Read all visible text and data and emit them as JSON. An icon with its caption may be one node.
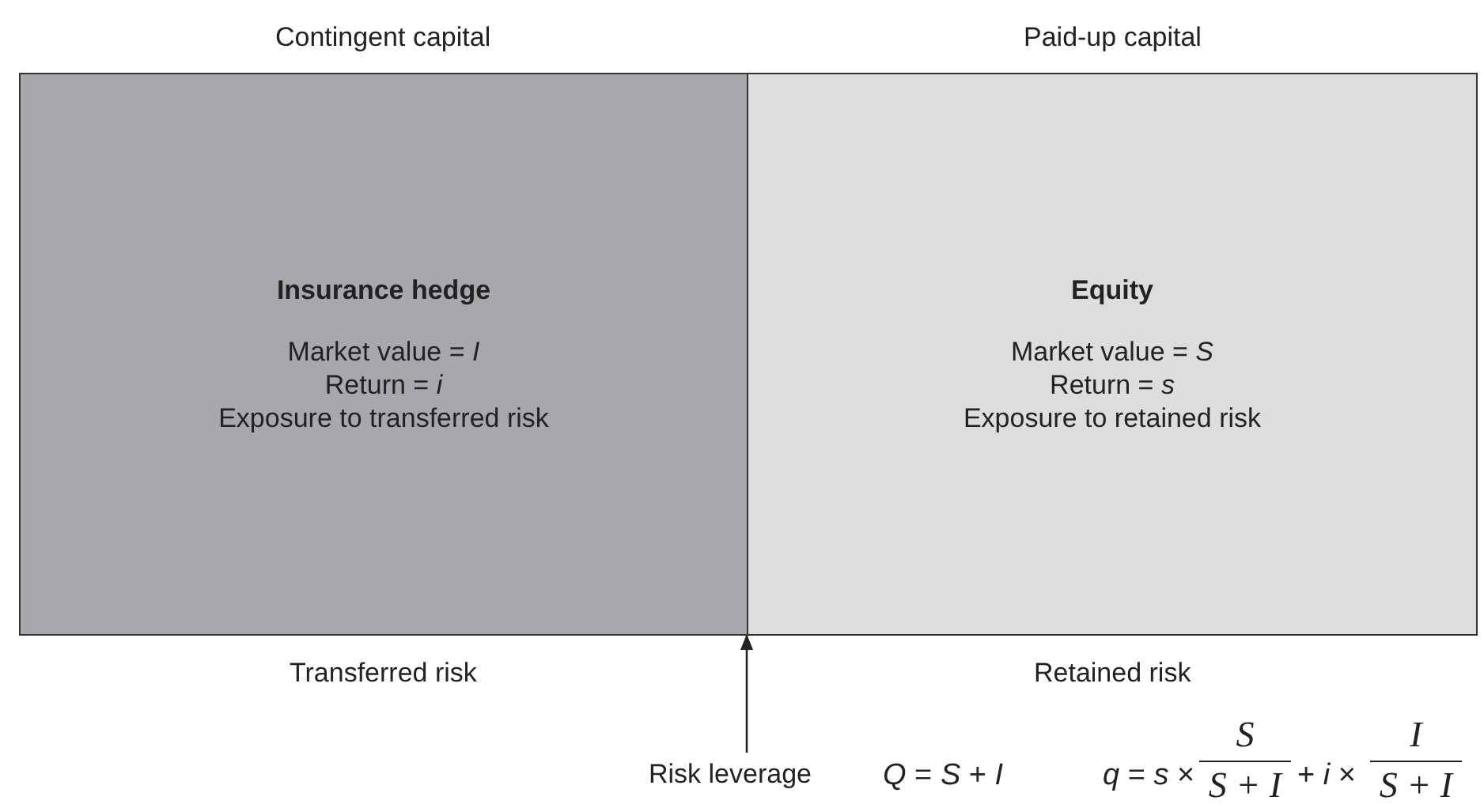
{
  "diagram": {
    "nodes": [
      {
        "text": [
          "Insurance hedge",
          "Market value = *I*",
          "Return = *i*",
          "Exposure to transferred risk"
        ]
      },
      {
        "text": [
          "Equity",
          "Market value = *S*",
          "Return = *s*",
          "Exposure to retained risk"
        ]
      },
      {
        "text": [
          "Risk leverage"
        ]
      }
    ],
    "edges": [
      {
        "from": 2,
        "to": 0,
        "arrow": "to"
      }
    ],
    "labels": [
      "Contingent capital",
      "Paid-up capital",
      "Transferred risk",
      "Retained risk",
      "*Q* = *S* + *I*",
      "*q* = *s* ×",
      "S",
      "S + I",
      "+ *i* ×",
      "I",
      "S + I"
    ]
  }
}
